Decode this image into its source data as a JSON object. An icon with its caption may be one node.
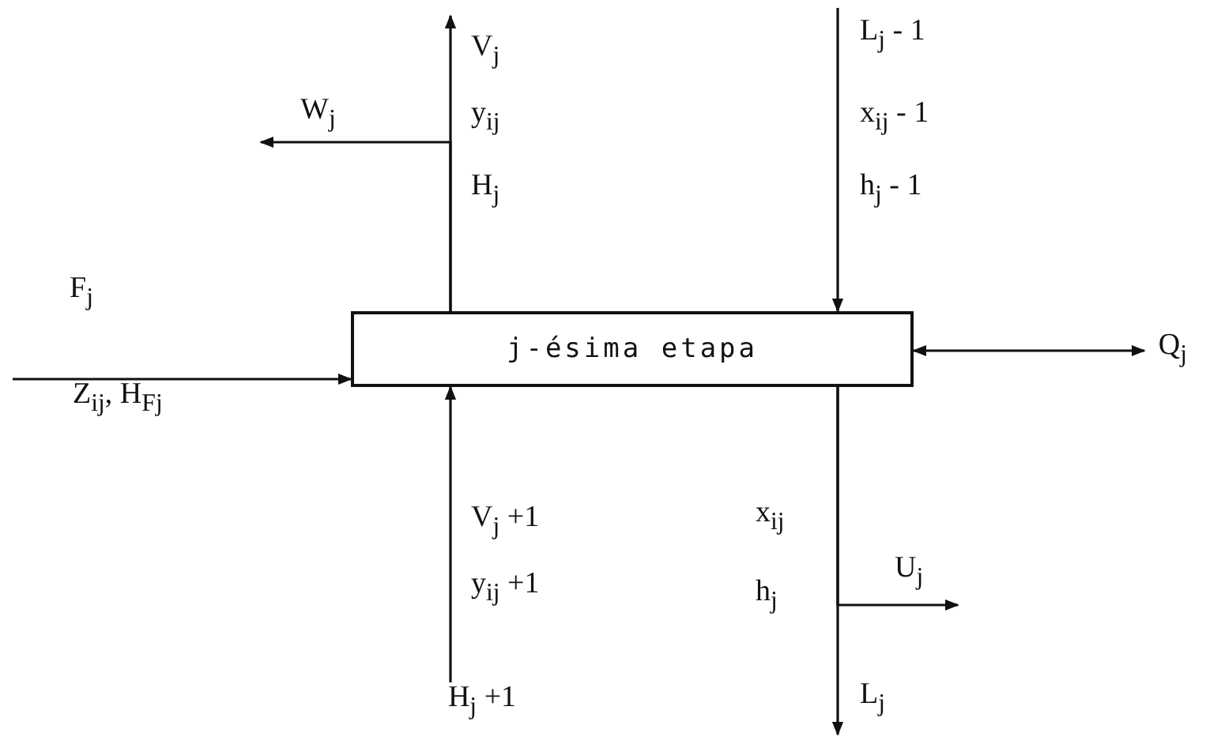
{
  "diagram": {
    "nodes": [
      {
        "text": [
          "j-ésima etapa"
        ]
      },
      {
        "text": [
          "Q$_{j}$"
        ]
      },
      {
        "text": [
          "H$_{j}$ +1"
        ]
      }
    ],
    "edges": [
      {
        "from": null,
        "to": 0,
        "arrow": "to"
      },
      {
        "from": 0,
        "to": null,
        "arrow": "to"
      },
      {
        "from": 0,
        "to": null,
        "arrow": "to"
      },
      {
        "from": null,
        "to": 0,
        "arrow": "to"
      },
      {
        "from": 0,
        "to": 1,
        "arrow": "both"
      },
      {
        "from": 2,
        "to": 0,
        "arrow": "to"
      },
      {
        "from": 0,
        "to": null,
        "arrow": "to"
      },
      {
        "from": 0,
        "to": null,
        "arrow": "to"
      }
    ],
    "labels": [
      "V$_{j}$",
      "L$_{j}$ - 1",
      "W$_{j}$",
      "y$_{ij}$",
      "x$_{ij}$ - 1",
      "H$_{j}$",
      "h$_{j}$ - 1",
      "F$_{j}$",
      "Z$_{ij}$, H$_{Fj}$",
      "V$_{j}$ +1",
      "x$_{ij}$",
      "U$_{j}$",
      "y$_{ij}$ +1",
      "h$_{j}$",
      "L$_{j}$"
    ]
  }
}
